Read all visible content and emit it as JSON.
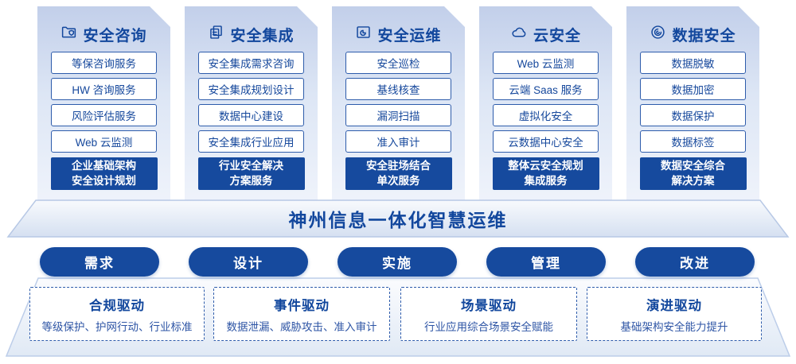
{
  "colors": {
    "primary_blue": "#164a9e",
    "title_blue": "#12479d",
    "box_border_blue": "#2e5cab",
    "card_gradient_top": "#c2cfea",
    "trapezoid_border": "#b7c8e5"
  },
  "columns": [
    {
      "icon": "folder-shield-icon",
      "title": "安全咨询",
      "items": [
        "等保咨询服务",
        "HW 咨询服务",
        "风险评估服务",
        "Web 云监测"
      ],
      "footer_lines": [
        "企业基础架构",
        "安全设计规划"
      ]
    },
    {
      "icon": "documents-icon",
      "title": "安全集成",
      "items": [
        "安全集成需求咨询",
        "安全集成规划设计",
        "数据中心建设",
        "安全集成行业应用"
      ],
      "footer_lines": [
        "行业安全解决",
        "方案服务"
      ]
    },
    {
      "icon": "folder-chart-icon",
      "title": "安全运维",
      "items": [
        "安全巡检",
        "基线核查",
        "漏洞扫描",
        "准入审计"
      ],
      "footer_lines": [
        "安全驻场结合",
        "单次服务"
      ]
    },
    {
      "icon": "cloud-icon",
      "title": "云安全",
      "items": [
        "Web 云监测",
        "云端 Saas 服务",
        "虚拟化安全",
        "云数据中心安全"
      ],
      "footer_lines": [
        "整体云安全规划",
        "集成服务"
      ]
    },
    {
      "icon": "fingerprint-icon",
      "title": "数据安全",
      "items": [
        "数据脱敏",
        "数据加密",
        "数据保护",
        "数据标签"
      ],
      "footer_lines": [
        "数据安全综合",
        "解决方案"
      ]
    }
  ],
  "banner": {
    "title": "神州信息一体化智慧运维"
  },
  "process_steps": [
    "需求",
    "设计",
    "实施",
    "管理",
    "改进"
  ],
  "drivers": [
    {
      "title": "合规驱动",
      "desc": "等级保护、护网行动、行业标准"
    },
    {
      "title": "事件驱动",
      "desc": "数据泄漏、威胁攻击、准入审计"
    },
    {
      "title": "场景驱动",
      "desc": "行业应用综合场景安全赋能"
    },
    {
      "title": "演进驱动",
      "desc": "基础架构安全能力提升"
    }
  ]
}
